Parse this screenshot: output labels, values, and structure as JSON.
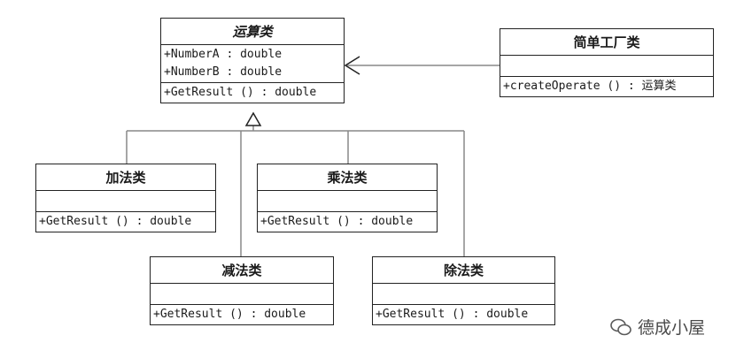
{
  "classes": {
    "operation": {
      "name": "运算类",
      "attributes": [
        "+NumberA  : double",
        "+NumberB  : double"
      ],
      "operations": [
        "+GetResult () : double"
      ]
    },
    "factory": {
      "name": "简单工厂类",
      "operations": [
        "+createOperate () : 运算类"
      ]
    },
    "add": {
      "name": "加法类",
      "operations": [
        "+GetResult () : double"
      ]
    },
    "mul": {
      "name": "乘法类",
      "operations": [
        "+GetResult () : double"
      ]
    },
    "sub": {
      "name": "减法类",
      "operations": [
        "+GetResult () : double"
      ]
    },
    "div": {
      "name": "除法类",
      "operations": [
        "+GetResult () : double"
      ]
    }
  },
  "watermark": {
    "text": "德成小屋"
  }
}
